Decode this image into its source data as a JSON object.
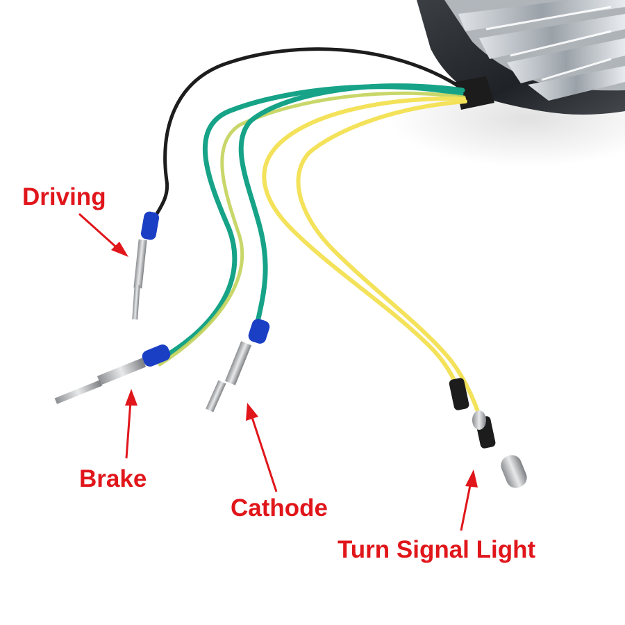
{
  "labels": {
    "driving": "Driving",
    "brake": "Brake",
    "cathode": "Cathode",
    "turn_signal": "Turn Signal Light"
  },
  "colors": {
    "label_text": "#e0161b",
    "arrow": "#e0161b",
    "wire_black": "#1d1d1d",
    "wire_green": "#16a387",
    "wire_yellow": "#f3e25a",
    "seal_blue": "#1b3fc4",
    "housing_dark": "#2a2d31"
  }
}
